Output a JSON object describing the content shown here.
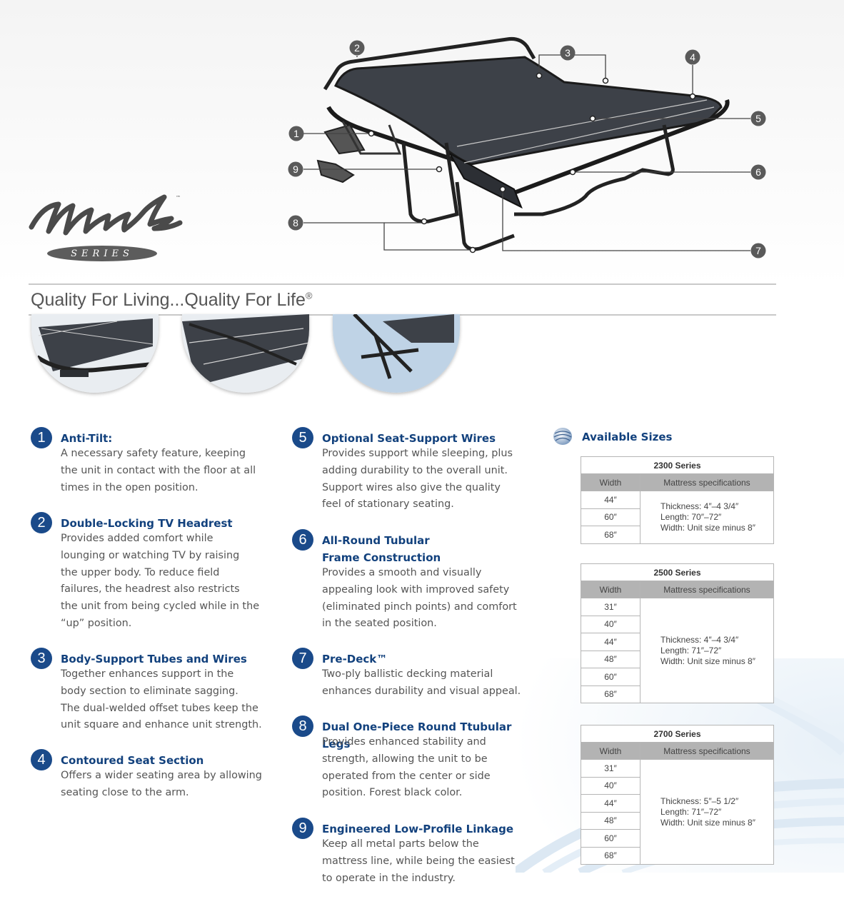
{
  "brand": {
    "series_word": "SERIES",
    "trademark": "™"
  },
  "tagline": {
    "text": "Quality For Living...Quality For Life",
    "mark": "®"
  },
  "callouts": [
    "1",
    "2",
    "3",
    "4",
    "5",
    "6",
    "7",
    "8",
    "9"
  ],
  "features_left": [
    {
      "number": "1",
      "title": "Anti-Tilt:",
      "desc": "A necessary safety feature, keeping\nthe unit in contact with the floor at all\ntimes in the open position."
    },
    {
      "number": "2",
      "title": "Double-Locking TV Headrest",
      "desc": "Provides added comfort while\nlounging or watching TV by raising\nthe upper body. To reduce field\nfailures, the headrest also restricts\nthe unit from being cycled while in the\n“up” position."
    },
    {
      "number": "3",
      "title": "Body-Support Tubes and Wires",
      "desc": "Together enhances support in the\nbody section to eliminate sagging.\nThe dual-welded offset tubes keep the\nunit square and enhance unit strength."
    },
    {
      "number": "4",
      "title": "Contoured Seat Section",
      "desc": "Offers a wider seating area by allowing\nseating close to the arm."
    }
  ],
  "features_right": [
    {
      "number": "5",
      "title": "Optional Seat-Support Wires",
      "desc": "Provides support while sleeping, plus\nadding durability to the overall unit.\nSupport wires also give the quality\nfeel of stationary seating."
    },
    {
      "number": "6",
      "title": "All-Round Tubular\nFrame Construction",
      "desc": "Provides a smooth and visually\nappealing look with improved safety\n(eliminated pinch points) and comfort\nin the seated position."
    },
    {
      "number": "7",
      "title": "Pre-Deck™",
      "desc": "Two-ply ballistic decking material\nenhances durability and visual appeal."
    },
    {
      "number": "8",
      "title": "Dual One-Piece Round Ttubular Legs",
      "desc": "Provides enhanced stability and\nstrength, allowing the unit to be\noperated from the center or side\nposition. Forest black color."
    },
    {
      "number": "9",
      "title": "Engineered Low-Profile Linkage",
      "desc": "Keep all metal parts below the\nmattress line, while being the easiest\nto operate in the industry."
    }
  ],
  "sizes": {
    "heading": "Available Sizes",
    "col_width": "Width",
    "col_spec": "Mattress specifications",
    "tables": [
      {
        "series": "2300 Series",
        "widths": [
          "44″",
          "60″",
          "68″"
        ],
        "thickness": "Thickness: 4″–4 3/4″",
        "length": "Length: 70″–72″",
        "width_note": "Width: Unit size minus 8″"
      },
      {
        "series": "2500 Series",
        "widths": [
          "31″",
          "40″",
          "44″",
          "48″",
          "60″",
          "68″"
        ],
        "thickness": "Thickness: 4″–4 3/4″",
        "length": "Length: 71″–72″",
        "width_note": "Width: Unit size minus 8″"
      },
      {
        "series": "2700 Series",
        "widths": [
          "31″",
          "40″",
          "44″",
          "48″",
          "60″",
          "68″"
        ],
        "thickness": "Thickness: 5″–5 1/2″",
        "length": "Length: 71″–72″",
        "width_note": "Width: Unit size minus 8″"
      }
    ]
  },
  "colors": {
    "accent_blue": "#12417d",
    "badge_blue": "#1a4a8a",
    "callout_dark": "#5a5a5a",
    "deck": "#3d4148"
  }
}
